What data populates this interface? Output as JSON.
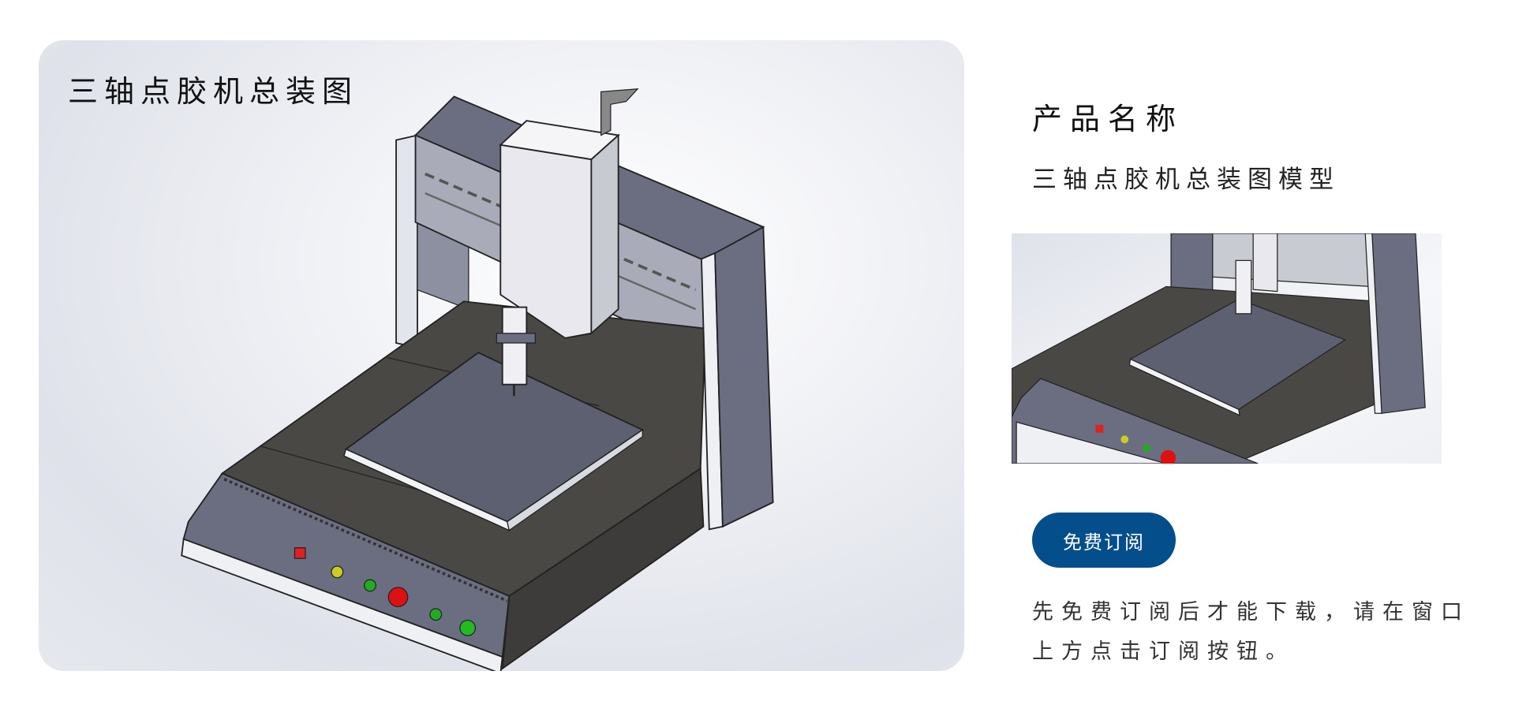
{
  "viewer": {
    "title": "三轴点胶机总装图"
  },
  "product": {
    "heading": "产品名称",
    "name": "三轴点胶机总装图模型",
    "subscribe_label": "免费订阅",
    "note_line1": "先免费订阅后才能下载，请在窗口",
    "note_line2": "上方点击订阅按钮。",
    "accent_color": "#044e8c"
  }
}
